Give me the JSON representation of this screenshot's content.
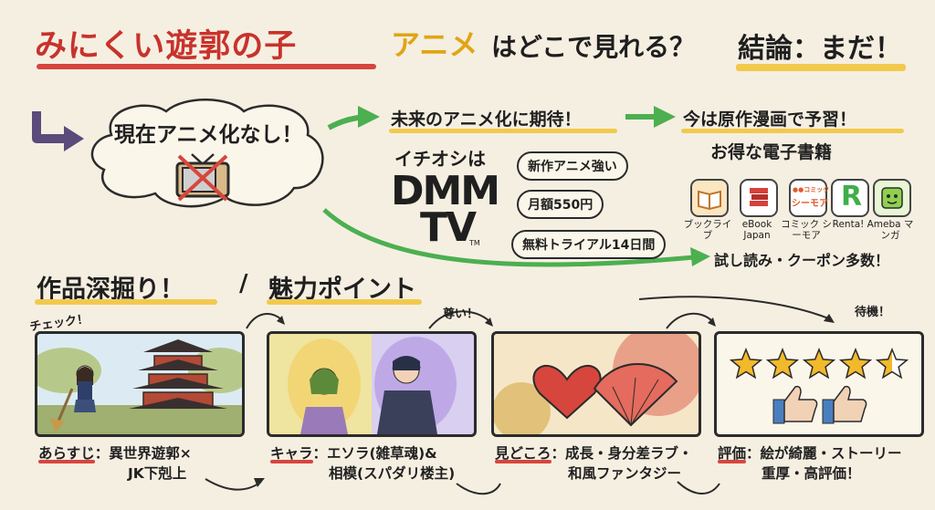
{
  "title": {
    "red": "みにくい遊郭の子",
    "yellow": "アニメ",
    "black": "はどこで見れる？",
    "conclusion": "結論：まだ！"
  },
  "bubble": {
    "text": "現在アニメ化なし！",
    "icon": "crossed-tv-icon"
  },
  "row1": {
    "future": "未来のアニメ化に期待！",
    "now": "今は原作漫画で予習！"
  },
  "recommend": {
    "label": "イチオシは",
    "logo_line1": "DMM",
    "logo_line2": "TV",
    "tm": "TM",
    "badges": [
      "新作アニメ強い",
      "月額550円",
      "無料トライアル14日間"
    ]
  },
  "ebooks": {
    "heading": "お得な電子書籍",
    "apps": [
      {
        "icon": "book-icon",
        "label": "ブックライブ",
        "color": "#f4c27a"
      },
      {
        "icon": "books-stack-icon",
        "label": "eBook Japan",
        "color": "#d7413a"
      },
      {
        "icon": "comic-cmoa-icon",
        "label": "コミック シーモア",
        "color": "#ffffff",
        "icon_text": "シーモア",
        "icon_small": "●●コミック"
      },
      {
        "icon": "renta-r-icon",
        "label": "Renta!",
        "color": "#3fae4a",
        "icon_text": "R"
      },
      {
        "icon": "ameba-face-icon",
        "label": "Ameba マンガ",
        "color": "#8fd14f"
      }
    ],
    "note": "試し読み・クーポン多数！"
  },
  "section": {
    "left": "作品深掘り！",
    "slash": "/",
    "right": "魅力ポイント"
  },
  "panels": [
    {
      "tag": "チェック！",
      "key": "あらすじ",
      "text1": "：異世界遊郭×",
      "text2": "JK下剋上"
    },
    {
      "tag": "",
      "key": "キャラ",
      "text1": "：エソラ(雑草魂)&",
      "text2": "相模(スパダリ楼主)"
    },
    {
      "tag": "尊い！",
      "key": "見どころ",
      "text1": "：成長・身分差ラブ・",
      "text2": "和風ファンタジー"
    },
    {
      "tag": "待機！",
      "key": "評価",
      "text1": "：絵が綺麗・ストーリー",
      "text2": "重厚・高評価！"
    }
  ],
  "rating": {
    "stars": 4.5,
    "max": 5
  },
  "colors": {
    "red": "#c8322b",
    "yellow": "#e0a514",
    "green": "#4caf50",
    "bg": "#f5efe2"
  }
}
